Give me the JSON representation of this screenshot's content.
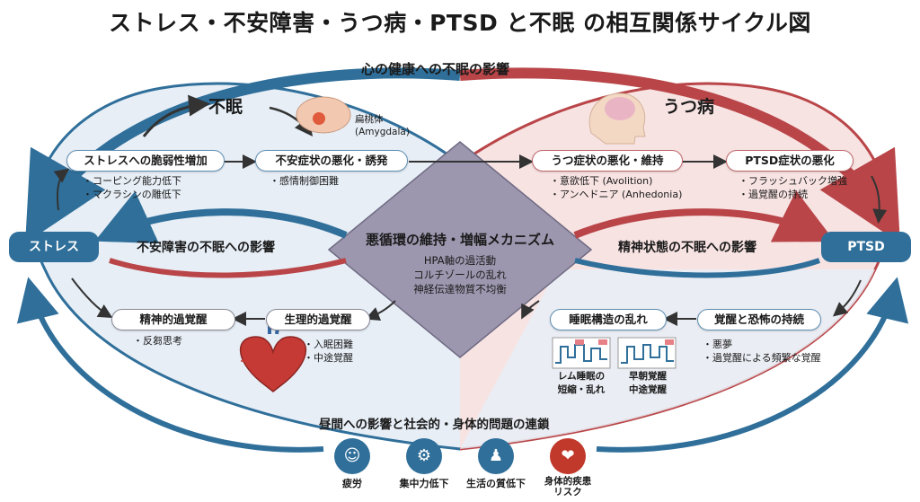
{
  "title": "ストレス・不安障害・うつ病・PTSD と不眠 の相互関係サイクル図",
  "top_label": "心の健康への不眠の影響",
  "left_section": "不眠",
  "right_section": "うつ病",
  "amygdala_label": "扁桃体\n(Amygdala)",
  "nodes": {
    "stress": "ストレス",
    "ptsd": "PTSD",
    "vulnerability": "ストレスへの脆弱性増加",
    "anxiety_worse": "不安症状の悪化・誘発",
    "depression_worse": "うつ症状の悪化・維持",
    "ptsd_worse": "PTSD症状の悪化",
    "mental_arousal": "精神的過覚醒",
    "physio_arousal": "生理的過覚醒",
    "sleep_structure": "睡眠構造の乱れ",
    "arousal_fear": "覚醒と恐怖の持続"
  },
  "notes": {
    "vulnerability": [
      "・コーピング能力低下",
      "・マクラシンの雕低下"
    ],
    "anxiety": [
      "・感情制御困難"
    ],
    "depression": [
      "・意欲低下 (Avolition)",
      "・アンヘドニア (Anhedonia)"
    ],
    "ptsd": [
      "・フラッシュバック増強",
      "・過覚醒の持続"
    ],
    "mental": [
      "・反芻思考"
    ],
    "physio": [
      "・入眠困難",
      "・中途覚醒"
    ],
    "arousal_fear": [
      "・悪夢",
      "・過覚醒による頻繁な覚醒"
    ]
  },
  "center": {
    "heading": "悪循環の維持・増幅メカニズム",
    "lines": [
      "HPA軸の過活動",
      "コルチゾールの乱れ",
      "神経伝達物質不均衡"
    ]
  },
  "left_arrow_label": "不安障害の不眠への影響",
  "right_arrow_label": "精神状態の不眠への影響",
  "sleep_captions": {
    "rem": "レム睡眠の\n短縮・乱れ",
    "early": "早朝覚醒\n中途覚醒"
  },
  "bottom_heading": "昼間への影響と社会的・身体的問題の連鎖",
  "bottom_icons": [
    {
      "label": "疲労",
      "icon": "tired-person-icon",
      "color": "#2f6f9a"
    },
    {
      "label": "集中力低下",
      "icon": "brain-head-icon",
      "color": "#2f6f9a"
    },
    {
      "label": "生活の質低下",
      "icon": "people-group-icon",
      "color": "#2f6f9a"
    },
    {
      "label": "身体的疾患\nリスク",
      "icon": "organ-liver-icon",
      "color": "#c0392b"
    }
  ],
  "colors": {
    "blue": "#2f6f9a",
    "red": "#b94548",
    "center": "#7f7a93"
  }
}
